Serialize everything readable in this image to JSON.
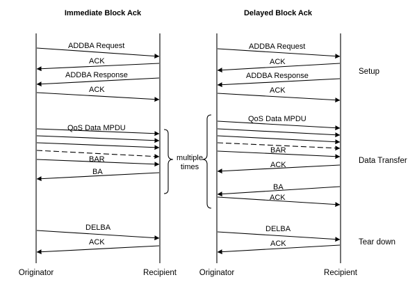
{
  "titles": {
    "immediate": "Immediate Block Ack",
    "delayed": "Delayed Block Ack"
  },
  "participants": {
    "originator": "Originator",
    "recipient": "Recipient"
  },
  "phases": {
    "setup": "Setup",
    "data_transfer": "Data Transfer",
    "tear_down": "Tear down"
  },
  "repeat_note": {
    "line1": "multiple",
    "line2": "times"
  },
  "immediate": {
    "addba_request": "ADDBA Request",
    "ack_1": "ACK",
    "addba_response": "ADDBA Response",
    "ack_2": "ACK",
    "qos_data": "QoS Data MPDU",
    "bar": "BAR",
    "ba": "BA",
    "delba": "DELBA",
    "ack_3": "ACK"
  },
  "delayed": {
    "addba_request": "ADDBA Request",
    "ack_1": "ACK",
    "addba_response": "ADDBA Response",
    "ack_2": "ACK",
    "qos_data": "QoS Data MPDU",
    "bar": "BAR",
    "ack_3": "ACK",
    "ba": "BA",
    "ack_4": "ACK",
    "delba": "DELBA",
    "ack_5": "ACK"
  }
}
